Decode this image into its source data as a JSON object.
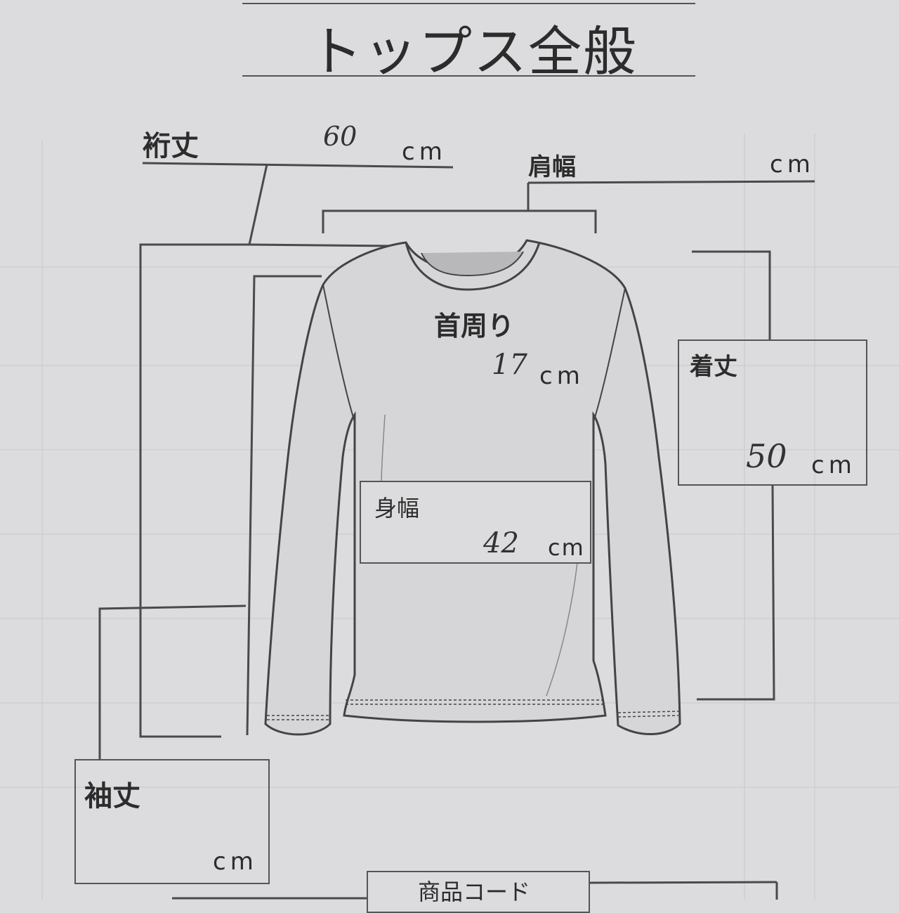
{
  "title": "トップス全般",
  "measurements": {
    "sleeve_length_total": {
      "label": "裄丈",
      "value": "60",
      "unit": "cm"
    },
    "shoulder_width": {
      "label": "肩幅",
      "value": "",
      "unit": "cm"
    },
    "neck": {
      "label": "首周り",
      "value": "17",
      "unit": "cm"
    },
    "length": {
      "label": "着丈",
      "value": "50",
      "unit": "cm"
    },
    "body_width": {
      "label": "身幅",
      "value": "42",
      "unit": "cm"
    },
    "sleeve_length": {
      "label": "袖丈",
      "value": "",
      "unit": "cm"
    }
  },
  "footer": {
    "product_code_label": "商品コード"
  },
  "colors": {
    "paper": "#dcdcde",
    "line": "#4a4a4a",
    "grid": "#cfcfd2"
  }
}
